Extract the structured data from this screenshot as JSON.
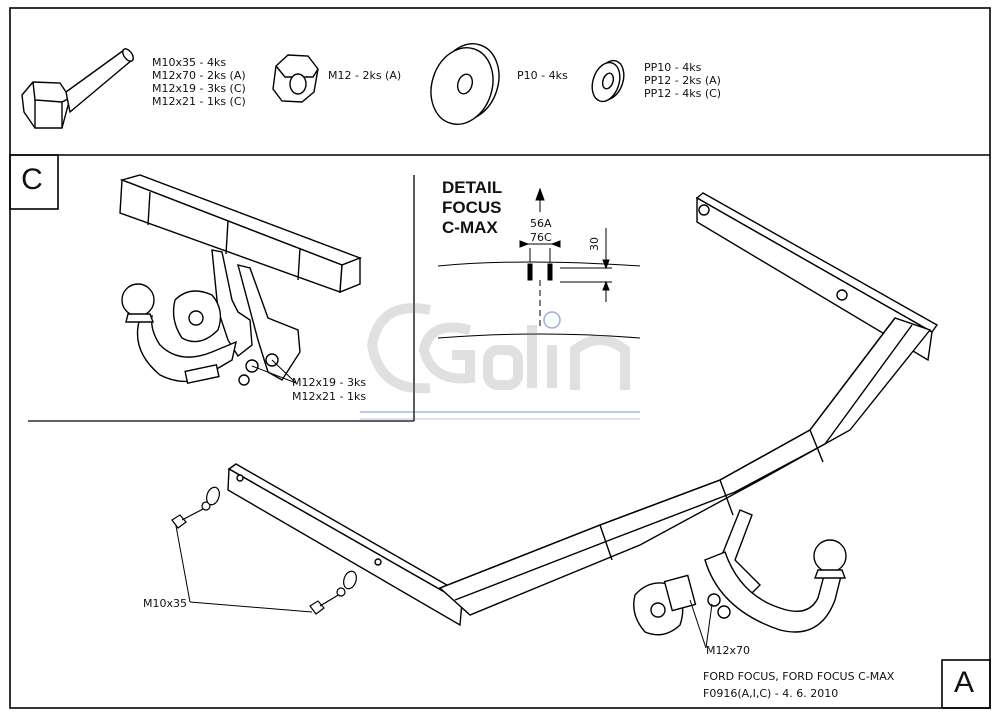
{
  "parts": {
    "bolt": [
      "M10x35 - 4ks",
      "M12x70 - 2ks (A)",
      "M12x19 - 3ks (C)",
      "M12x21 - 1ks (C)"
    ],
    "nut": "M12 - 2ks (A)",
    "washer": "P10 - 4ks",
    "spring_washer": [
      "PP10 - 4ks",
      "PP12 - 2ks (A)",
      "PP12 - 4ks (C)"
    ]
  },
  "variant_c": {
    "letter": "C",
    "bolts": [
      "M12x19 - 3ks",
      "M12x21 - 1ks"
    ]
  },
  "detail": {
    "title": [
      "DETAIL",
      "FOCUS",
      "C-MAX"
    ],
    "dim_56a": "56A",
    "dim_76c": "76C",
    "dim_30": "30"
  },
  "main": {
    "bolt_m10": "M10x35",
    "bolt_m12": "M12x70",
    "letter": "A"
  },
  "title_block": {
    "vehicle": "FORD FOCUS, FORD FOCUS C-MAX",
    "code": "F0916(A,I,C) - 4. 6. 2010"
  },
  "watermark": "Galia"
}
